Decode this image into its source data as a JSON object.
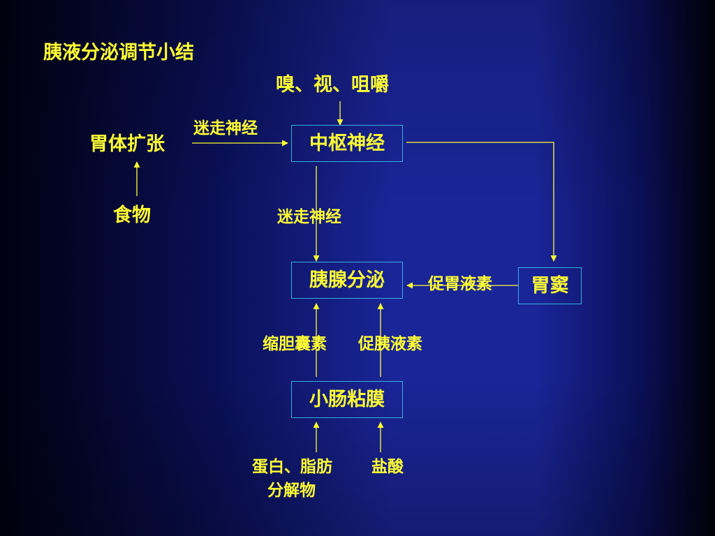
{
  "title": "胰液分泌调节小结",
  "nodes": {
    "smell": "嗅、视、咀嚼",
    "stomach_distension": "胃体扩张",
    "food": "食物",
    "cns": "中枢神经",
    "pancreas_secretion": "胰腺分泌",
    "antrum": "胃窦",
    "intestinal_mucosa": "小肠粘膜",
    "protein_fat": "蛋白、脂肪",
    "breakdown_products": "分解物",
    "hcl": "盐酸"
  },
  "edge_labels": {
    "vagus_top": "迷走神经",
    "vagus_mid": "迷走神经",
    "gastrin": "促胃液素",
    "cck": "缩胆囊素",
    "secretin": "促胰液素"
  },
  "colors": {
    "text": "#ffff33",
    "line": "#ffff33",
    "box_border": "#3ab0e0",
    "background": "#1a2598"
  }
}
